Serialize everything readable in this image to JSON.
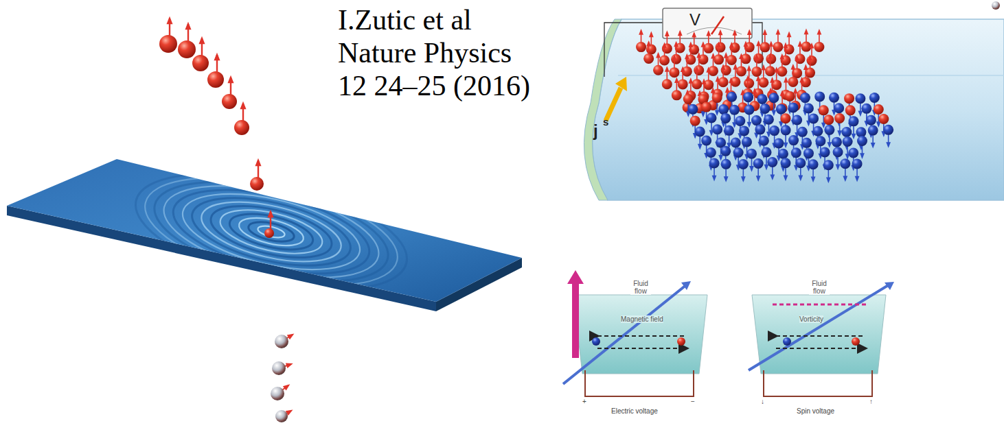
{
  "diagram": {
    "labels": [
      "I.Zutic et al",
      "Nature Physics",
      "12 24–25 (2016)",
      "V",
      "j",
      "s",
      "Fluid flow",
      "Fluid flow",
      "Magnetic field",
      "Vorticity",
      "Electric voltage",
      "Spin voltage",
      "+",
      "−",
      "↓",
      "↑"
    ]
  }
}
